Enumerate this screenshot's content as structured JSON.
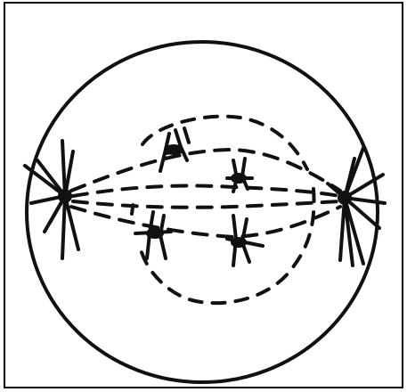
{
  "figure": {
    "subject": "cell-division-drawing",
    "stroke_color": "#111111",
    "background_color": "#ffffff",
    "border_color": "#000000",
    "parts": [
      "cell-membrane",
      "nuclear-envelope",
      "centrosome-left",
      "centrosome-right",
      "spindle-fibers",
      "chromosomes"
    ],
    "chromosome_count": 4
  }
}
